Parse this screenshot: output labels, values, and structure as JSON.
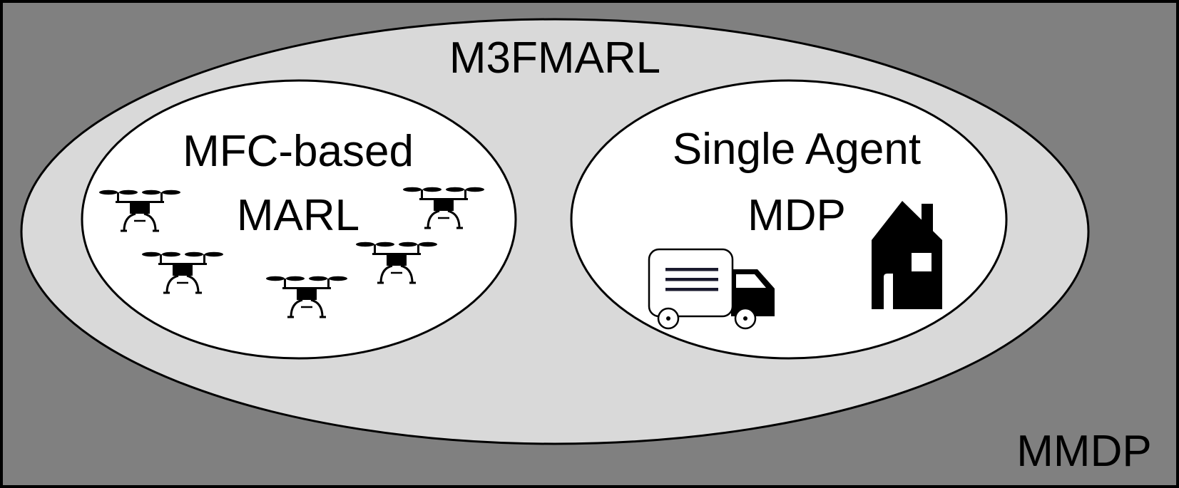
{
  "diagram": {
    "outer_label": "MMDP",
    "middle_label": "M3FMARL",
    "left_circle": {
      "line1": "MFC-based",
      "line2": "MARL",
      "icons": [
        "drone-icon",
        "drone-icon",
        "drone-icon",
        "drone-icon",
        "drone-icon"
      ]
    },
    "right_circle": {
      "line1": "Single Agent",
      "line2": "MDP",
      "icons": [
        "delivery-truck-icon",
        "house-icon"
      ]
    }
  },
  "colors": {
    "outer_fill": "#808080",
    "middle_fill": "#d9d9d9",
    "inner_fill": "#ffffff",
    "stroke": "#000000"
  }
}
